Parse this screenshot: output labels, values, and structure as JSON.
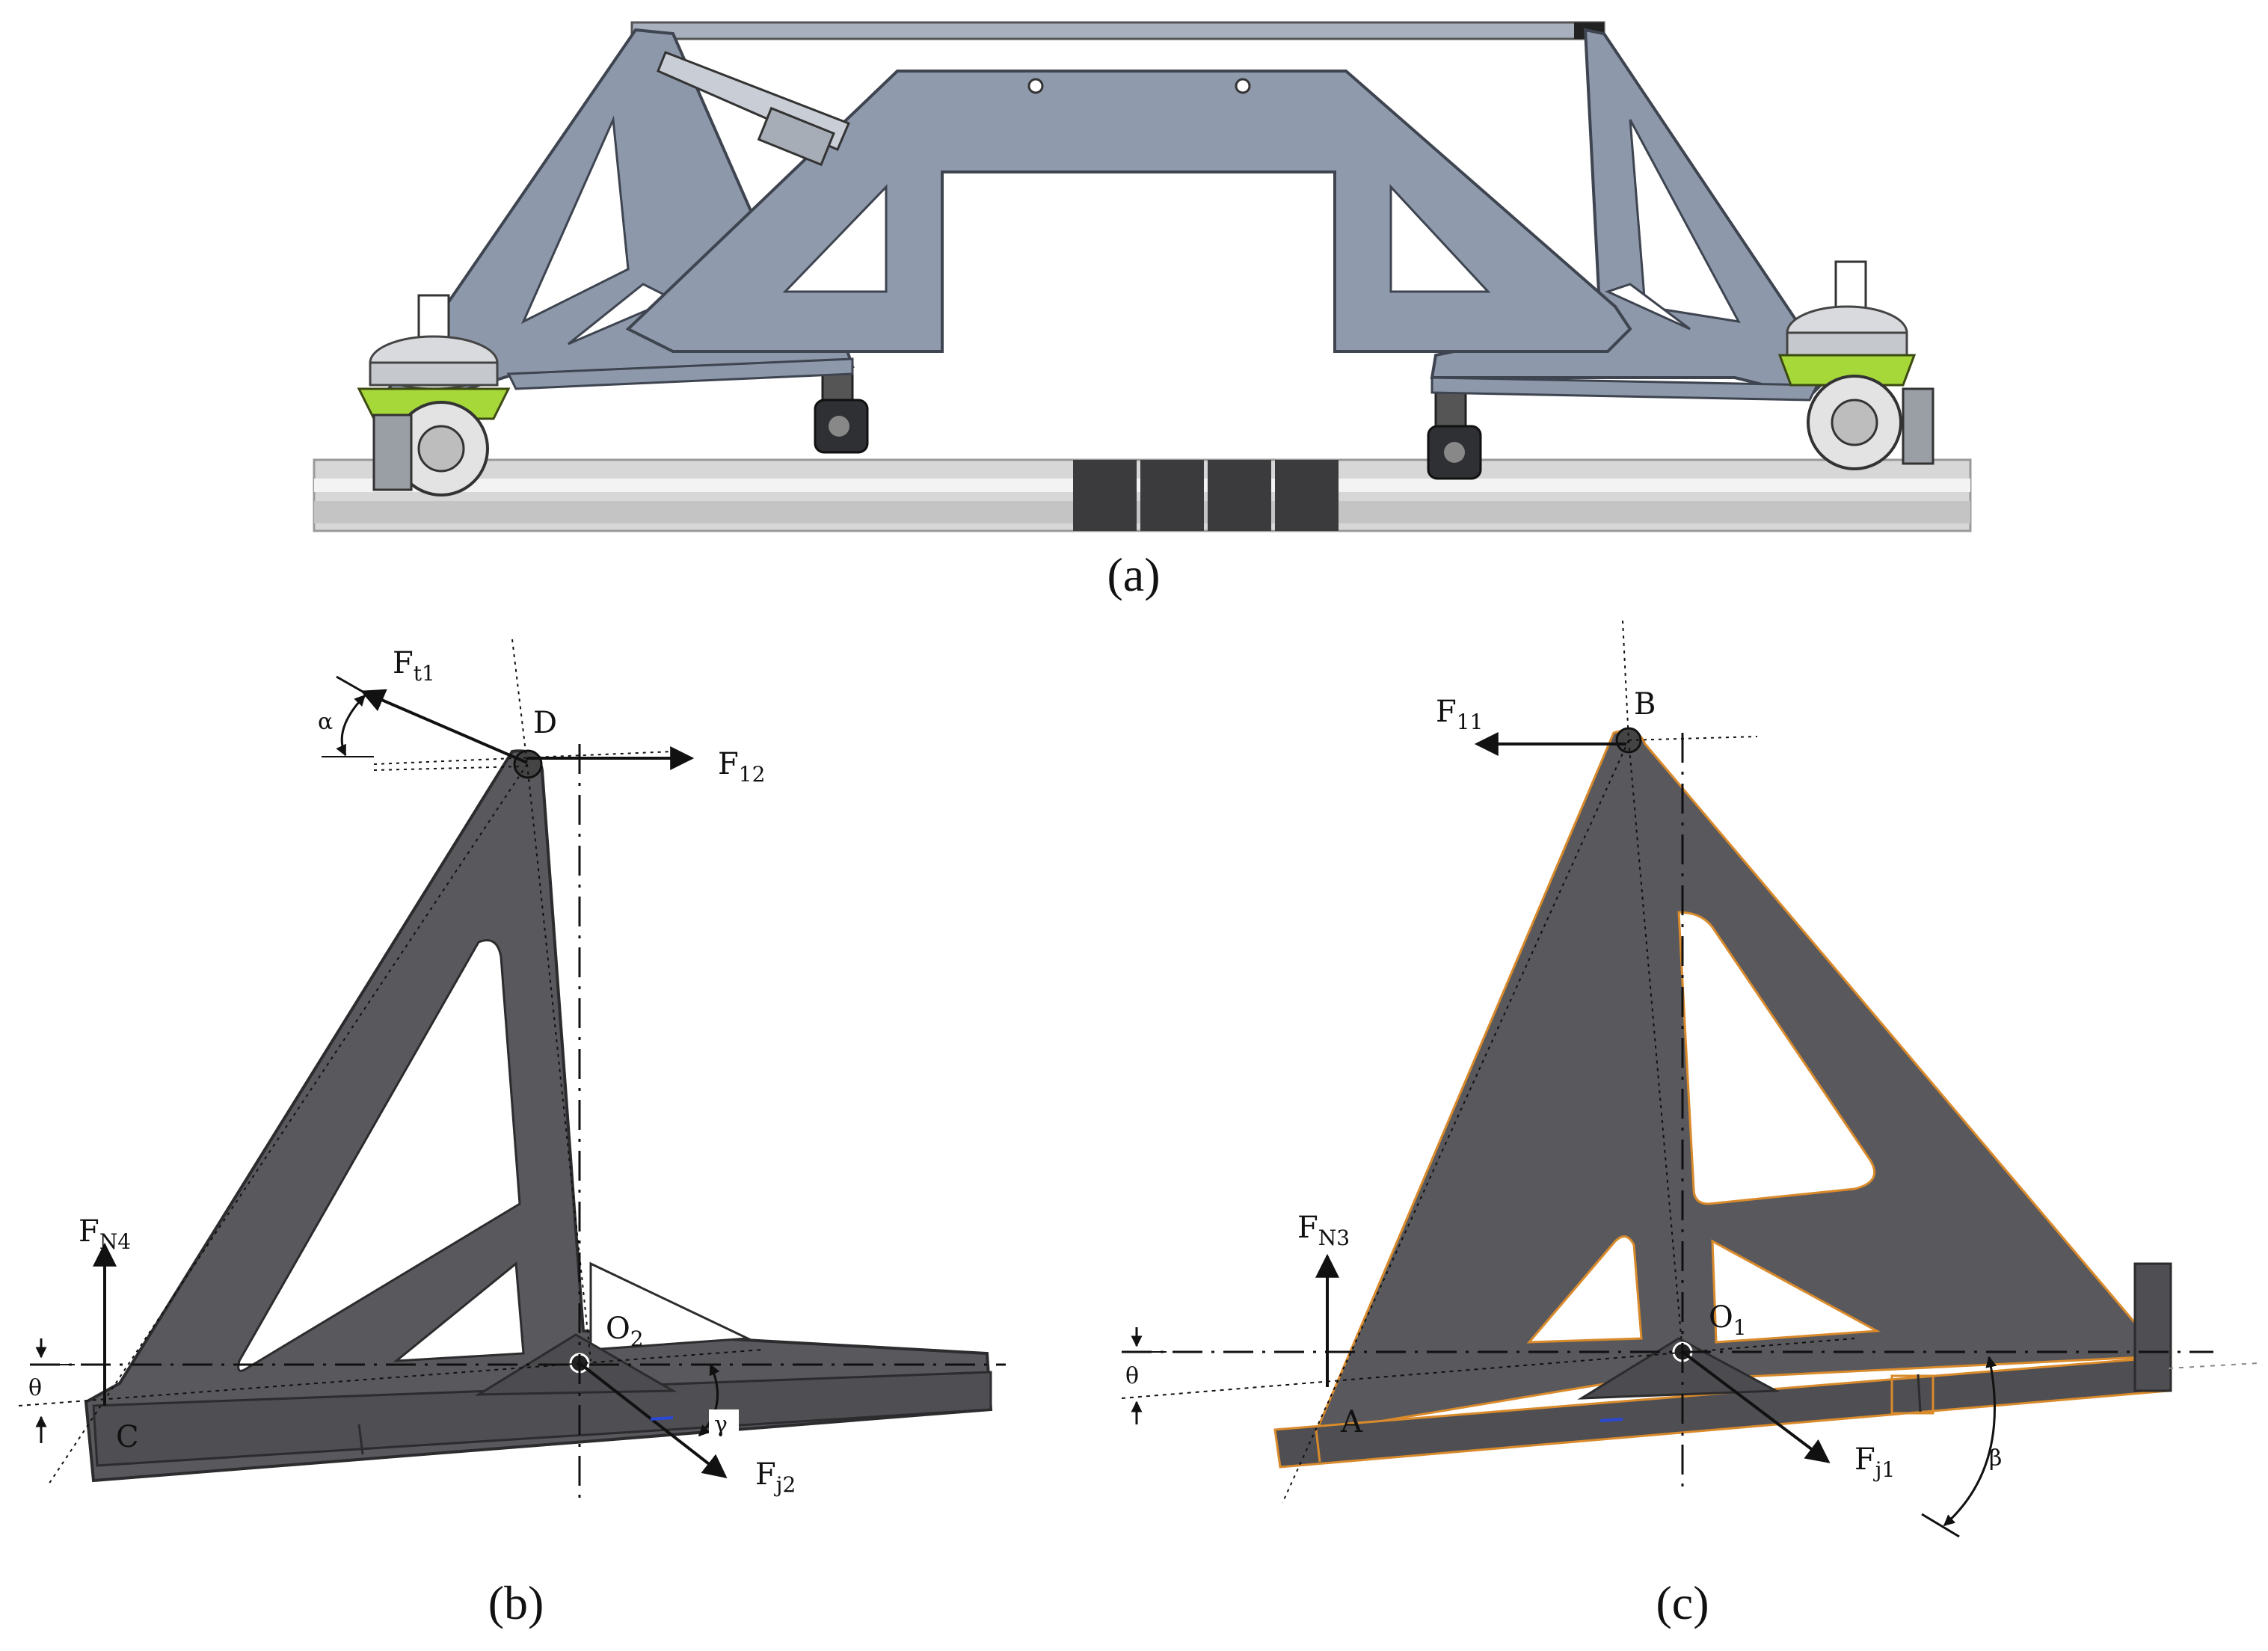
{
  "panels": {
    "a": {
      "label": "(a)"
    },
    "b": {
      "label": "(b)",
      "points": {
        "top": "D",
        "pivot": "O",
        "pivot_sub": "2",
        "left": "C"
      },
      "forces": {
        "ft1": {
          "main": "F",
          "sub": "t1"
        },
        "f12": {
          "main": "F",
          "sub": "12"
        },
        "fn4": {
          "main": "F",
          "sub": "N4"
        },
        "fj2": {
          "main": "F",
          "sub": "j2"
        }
      },
      "angles": {
        "alpha": "α",
        "gamma": "γ",
        "theta": "θ"
      }
    },
    "c": {
      "label": "(c)",
      "points": {
        "top": "B",
        "pivot": "O",
        "pivot_sub": "1",
        "left": "A"
      },
      "forces": {
        "f11": {
          "main": "F",
          "sub": "11"
        },
        "fn3": {
          "main": "F",
          "sub": "N3"
        },
        "fj1": {
          "main": "F",
          "sub": "j1"
        }
      },
      "angles": {
        "beta": "β",
        "theta": "θ"
      }
    }
  },
  "colors": {
    "frame_blue": "#8a96a8",
    "frame_dark": "#58585d",
    "rail": "#d4d4d4",
    "accent_green": "#a6d83a",
    "outline_orange": "#d98a2b",
    "ink": "#111111"
  }
}
